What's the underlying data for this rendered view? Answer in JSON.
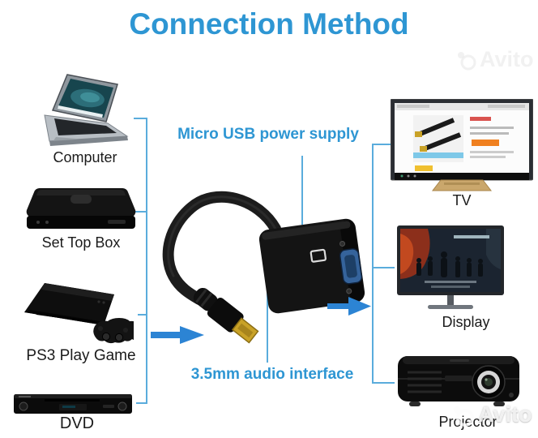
{
  "title": "Connection Method",
  "adapter": {
    "micro_usb_label": "Micro USB power supply",
    "audio_label": "3.5mm audio interface"
  },
  "input_devices": [
    {
      "label": "Computer"
    },
    {
      "label": "Set Top Box"
    },
    {
      "label": "PS3 Play Game"
    },
    {
      "label": "DVD"
    }
  ],
  "output_devices": [
    {
      "label": "TV"
    },
    {
      "label": "Display"
    },
    {
      "label": "Projector"
    }
  ],
  "watermark": {
    "text": "Avito"
  },
  "colors": {
    "accent": "#2e96d3",
    "line": "#5aacdc",
    "arrow": "#2c84d4",
    "label": "#1b1b1b",
    "background": "#ffffff"
  }
}
